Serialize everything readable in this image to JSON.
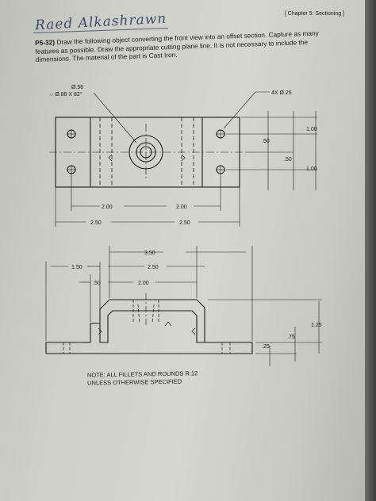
{
  "header": {
    "chapter": "[ Chapter 5: Sectioning ]"
  },
  "handwriting": {
    "name": "Raed Alkashrawn"
  },
  "problem": {
    "number": "P5-32)",
    "text": "Draw the following object converting the front view into an offset section. Capture as many features as possible. Draw the appropriate cutting plane line. It is not necessary to include the dimensions. The material of the part is Cast Iron."
  },
  "top_view": {
    "dims": {
      "cbore_dia": "Ø.56",
      "csink": "⌵ Ø.88 X 82°",
      "holes": "4X Ø.25",
      "r1": "1.00",
      "r2": ".50",
      "r3": ".50",
      "r4": "1.00",
      "w_inner": "2.00",
      "w_inner2": "2.00",
      "w_outer": "2.50",
      "w_outer2": "2.50"
    }
  },
  "front_view": {
    "dims": {
      "top_width": "3.50",
      "left_a": "1.50",
      "left_b": "2.50",
      "left_c": ".50",
      "left_d": "2.00",
      "height": "1.25",
      "step": ".75",
      "base": ".25"
    }
  },
  "note": {
    "line1": "NOTE: ALL FILLETS AND ROUNDS R.12",
    "line2": "UNLESS OTHERWISE SPECIFIED"
  }
}
